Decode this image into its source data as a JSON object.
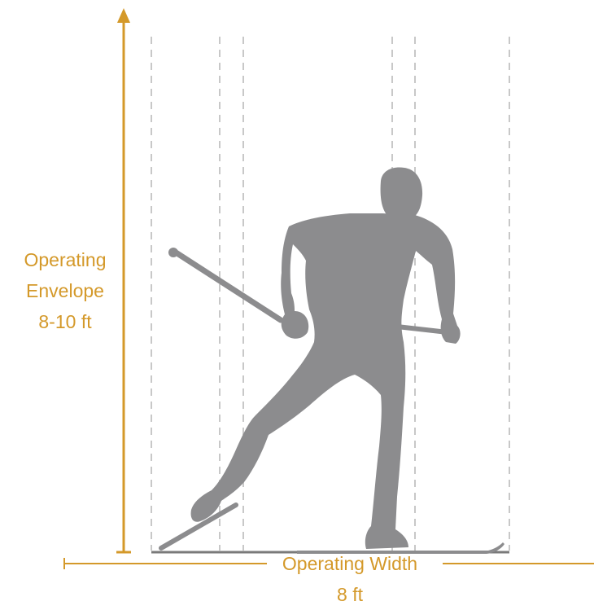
{
  "diagram": {
    "accent_color": "#d4992a",
    "guide_color": "#c8c8c8",
    "silhouette_color": "#8c8c8e",
    "ground_color": "#7a7a7a",
    "height_label_line1": "Operating",
    "height_label_line2": "Envelope",
    "height_value": "8-10 ft",
    "width_label": "Operating Width",
    "width_value": "8 ft",
    "figure": "cross-country-skier-silhouette"
  }
}
